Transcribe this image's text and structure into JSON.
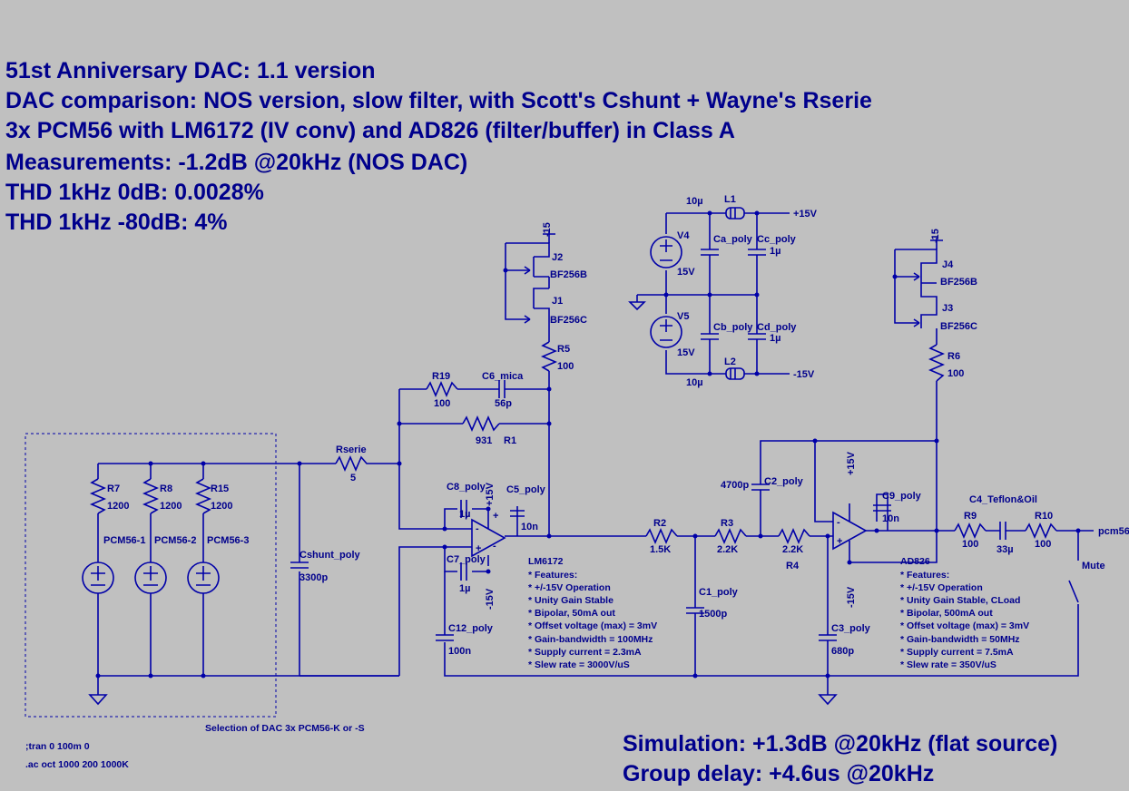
{
  "header": {
    "line1": "51st Anniversary DAC: 1.1 version",
    "line2": "DAC comparison: NOS version, slow filter, with Scott's Cshunt + Wayne's Rserie",
    "line3": "3x PCM56 with LM6172 (IV conv) and AD826 (filter/buffer) in Class A",
    "line4": "Measurements: -1.2dB @20kHz (NOS DAC)",
    "line5": "THD 1kHz 0dB: 0.0028%",
    "line6": "THD 1kHz -80dB: 4%"
  },
  "footer": {
    "sim": "Simulation: +1.3dB @20kHz (flat source)",
    "delay": "Group delay: +4.6us @20kHz"
  },
  "directives": {
    "tran": ";tran 0 100m 0",
    "ac": ".ac oct 1000 200 1000K"
  },
  "dac_box": {
    "caption": "Selection of DAC 3x PCM56-K or -S"
  },
  "components": {
    "r7": {
      "ref": "R7",
      "value": "1200"
    },
    "r8": {
      "ref": "R8",
      "value": "1200"
    },
    "r15": {
      "ref": "R15",
      "value": "1200"
    },
    "src1": "PCM56-1",
    "src2": "PCM56-2",
    "src3": "PCM56-3",
    "cshunt": {
      "ref": "Cshunt_poly",
      "value": "3300p"
    },
    "rserie": {
      "ref": "Rserie",
      "value": "5"
    },
    "r19": {
      "ref": "R19",
      "value": "100"
    },
    "c6": {
      "ref": "C6_mica",
      "value": "56p"
    },
    "r1": {
      "ref": "R1",
      "value": "931"
    },
    "r5": {
      "ref": "R5",
      "value": "100"
    },
    "j2": {
      "ref": "J2",
      "value": "BF256B"
    },
    "j1": {
      "ref": "J1",
      "value": "BF256C"
    },
    "j2_supply": "-15",
    "c8": {
      "ref": "C8_poly",
      "value": "1µ"
    },
    "c5": {
      "ref": "C5_poly",
      "value": "10n"
    },
    "c7": {
      "ref": "C7_poly",
      "value": "1µ"
    },
    "c12": {
      "ref": "C12_poly",
      "value": "100n"
    },
    "u1_pos": "+15V",
    "u1_neg": "-15V",
    "r2": {
      "ref": "R2",
      "value": "1.5K"
    },
    "r3": {
      "ref": "R3",
      "value": "2.2K"
    },
    "r4": {
      "ref": "R4",
      "value": "2.2K"
    },
    "c1": {
      "ref": "C1_poly",
      "value": "1500p"
    },
    "c2": {
      "ref": "C2_poly",
      "value": "4700p"
    },
    "c3": {
      "ref": "C3_poly",
      "value": "680p"
    },
    "c9": {
      "ref": "C9_poly",
      "value": "10n"
    },
    "u2_pos": "+15V",
    "u2_neg": "-15V",
    "j4": {
      "ref": "J4",
      "value": "BF256B"
    },
    "j3": {
      "ref": "J3",
      "value": "BF256C"
    },
    "j4_supply": "-15",
    "r6": {
      "ref": "R6",
      "value": "100"
    },
    "c4": {
      "ref": "C4_Teflon&Oil"
    },
    "r9": {
      "ref": "R9",
      "value": "100"
    },
    "c4val": "33µ",
    "r10": {
      "ref": "R10",
      "value": "100"
    },
    "out": "pcm56",
    "mute": "Mute",
    "v4": {
      "ref": "V4",
      "value": "15V"
    },
    "v5": {
      "ref": "V5",
      "value": "15V"
    },
    "l1": {
      "ref": "L1",
      "value": "10µ"
    },
    "l2": {
      "ref": "L2",
      "value": "10µ"
    },
    "ca": {
      "ref": "Ca_poly"
    },
    "cc": {
      "ref": "Cc_poly",
      "value": "1µ"
    },
    "cb": {
      "ref": "Cb_poly"
    },
    "cd": {
      "ref": "Cd_poly",
      "value": "1µ"
    },
    "p15": "+15V",
    "n15": "-15V"
  },
  "notes": {
    "lm6172": [
      "LM6172",
      "* Features:",
      "* +/-15V Operation",
      "* Unity Gain Stable",
      "* Bipolar, 50mA out",
      "* Offset voltage (max) = 3mV",
      "* Gain-bandwidth = 100MHz",
      "* Supply current = 2.3mA",
      "* Slew rate = 3000V/uS"
    ],
    "ad826": [
      "AD826",
      "* Features:",
      "* +/-15V Operation",
      "* Unity Gain Stable, CLoad",
      "* Bipolar, 500mA out",
      "* Offset voltage (max) = 3mV",
      "* Gain-bandwidth = 50MHz",
      "* Supply current = 7.5mA",
      "* Slew rate = 350V/uS"
    ]
  }
}
